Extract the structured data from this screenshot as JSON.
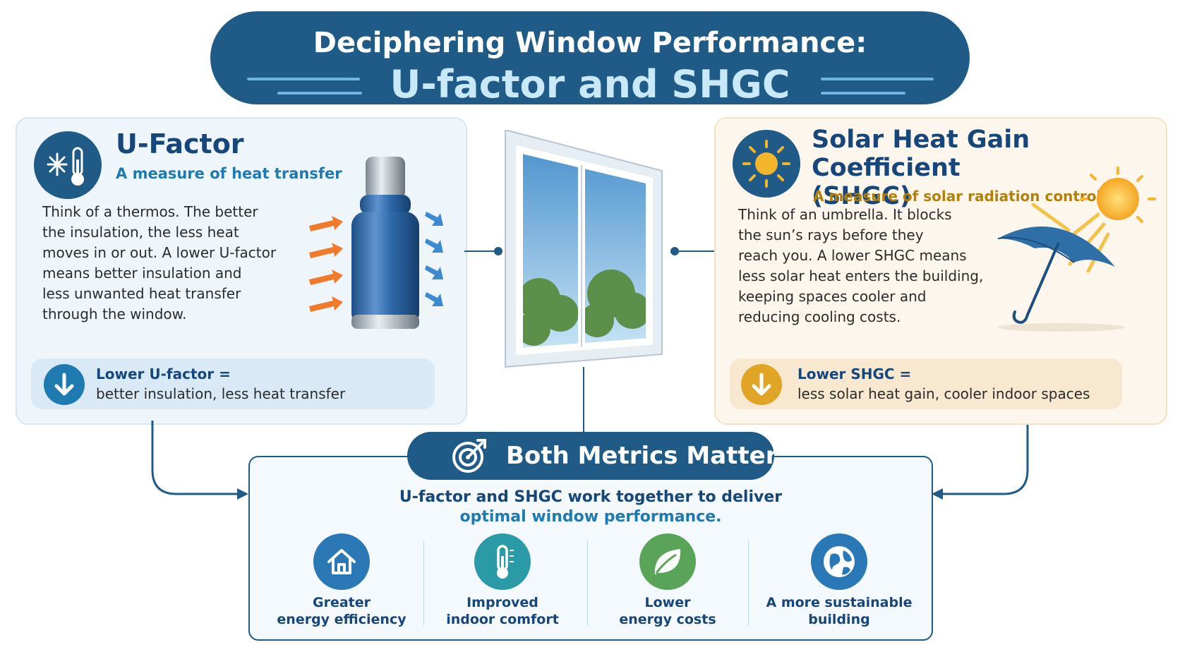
{
  "title": {
    "line1": "Deciphering Window Performance:",
    "line2": "U-factor and SHGC"
  },
  "ufactor": {
    "heading": "U-Factor",
    "subheading": "A measure of heat transfer",
    "body": [
      "Think of a thermos. The better",
      "the insulation, the less heat",
      "moves in or out. A lower U-factor",
      "means better insulation and",
      "less unwanted heat transfer",
      "through the window."
    ],
    "summary_title": "Lower U-factor =",
    "summary_text": "better insulation, less heat transfer",
    "icon": "snowflake-thermometer-icon",
    "illustration": "thermos-illustration"
  },
  "shgc": {
    "heading_line1": "Solar Heat Gain Coefficient",
    "heading_line2": "(SHGC)",
    "subheading": "A measure of solar radiation control",
    "body": [
      "Think of an umbrella. It blocks",
      "the sun’s rays before they",
      "reach you. A lower SHGC means",
      "less solar heat enters the building,",
      "keeping spaces cooler and",
      "reducing cooling costs."
    ],
    "summary_title": "Lower SHGC =",
    "summary_text": "less solar heat gain, cooler indoor spaces",
    "icon": "sun-icon",
    "illustration": "umbrella-illustration"
  },
  "center_illustration": "window-illustration",
  "both": {
    "title": "Both Metrics Matter",
    "line1": "U-factor and SHGC work together to deliver",
    "line2": "optimal window performance.",
    "icon": "target-icon",
    "benefits": [
      {
        "line1": "Greater",
        "line2": "energy efficiency",
        "icon": "house-icon",
        "color": "#2a78b5"
      },
      {
        "line1": "Improved",
        "line2": "indoor comfort",
        "icon": "thermometer-icon",
        "color": "#2a9aa6"
      },
      {
        "line1": "Lower",
        "line2": "energy costs",
        "icon": "leaf-icon",
        "color": "#5aa45a"
      },
      {
        "line1": "A more sustainable",
        "line2": "building",
        "icon": "globe-icon",
        "color": "#2a78b5"
      }
    ]
  },
  "colors": {
    "primary": "#1f5b86",
    "accent_blue": "#1f7ab0",
    "accent_gold": "#e0a526",
    "ufactor_bg": "#eef6fc",
    "shgc_bg": "#fdf6ec"
  }
}
